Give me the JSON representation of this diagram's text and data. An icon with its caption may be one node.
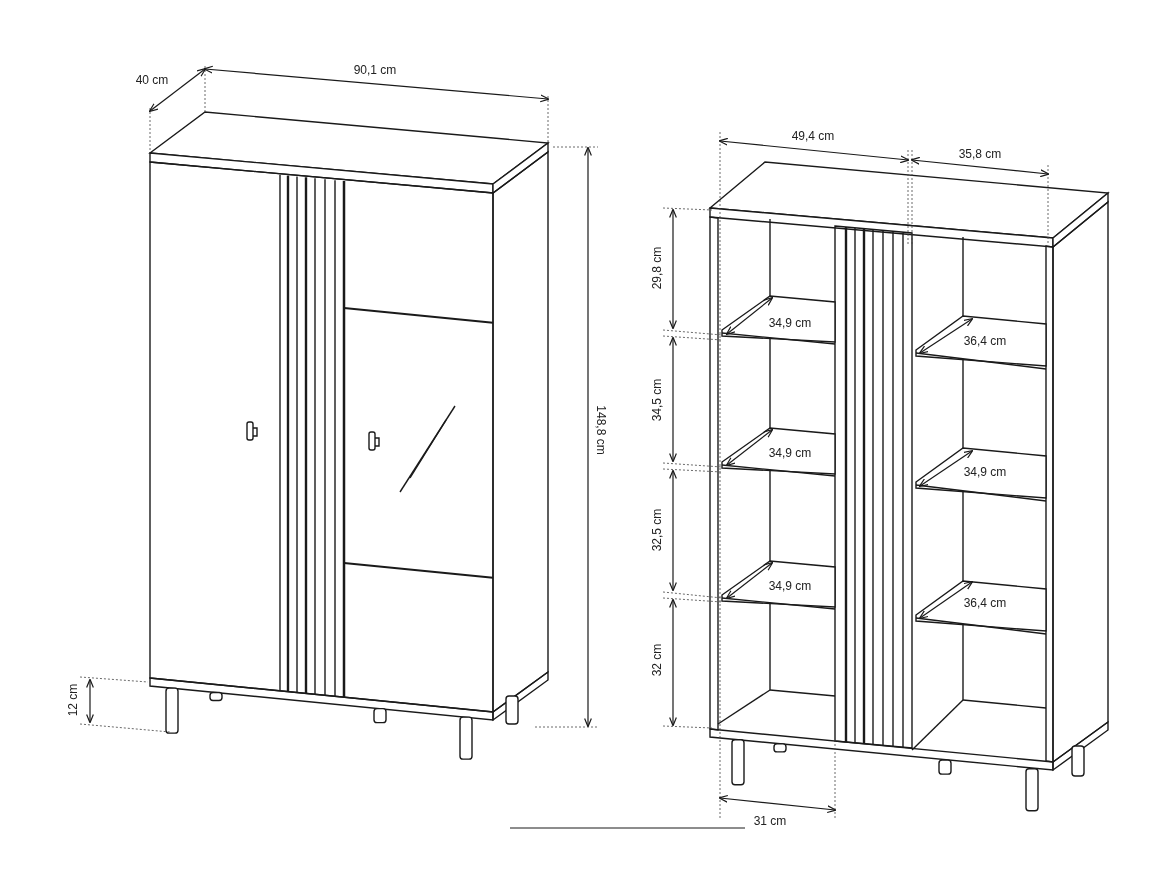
{
  "diagram": {
    "labels": [
      "90,1 cm",
      "40 cm",
      "49,4 cm",
      "35,8 cm",
      "148,8 cm",
      "29,8 cm",
      "34,9 cm",
      "36,4 cm",
      "34,5 cm",
      "34,9 cm",
      "34,9 cm",
      "32,5 cm",
      "34,9 cm",
      "36,4 cm",
      "32 cm",
      "12 cm",
      "31 cm"
    ]
  }
}
